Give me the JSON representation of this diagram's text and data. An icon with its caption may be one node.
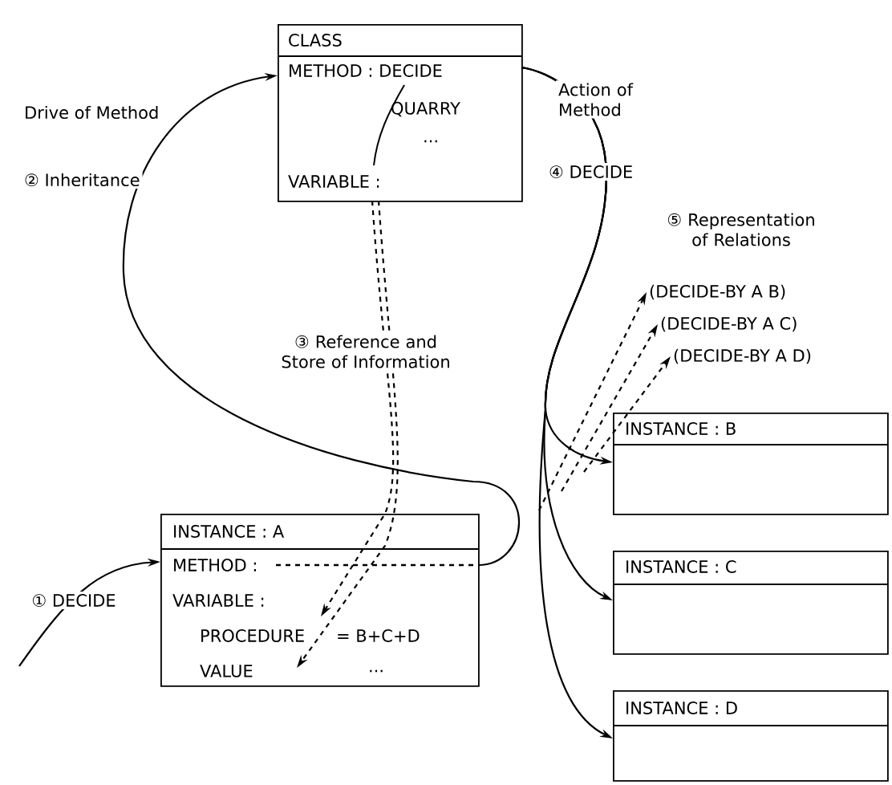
{
  "diagram": {
    "nodes": [
      {
        "text": [
          "CLASS",
          "METHOD : DECIDE",
          "QUARRY",
          "...",
          "VARIABLE :"
        ]
      },
      {
        "text": [
          "INSTANCE : A",
          "METHOD :",
          "VARIABLE :",
          "PROCEDURE",
          "= B+C+D",
          "VALUE",
          "..."
        ]
      },
      {
        "text": [
          "INSTANCE : B"
        ]
      },
      {
        "text": [
          "INSTANCE : C"
        ]
      },
      {
        "text": [
          "INSTANCE : D"
        ]
      },
      {
        "text": [
          "(DECIDE-BY A B)"
        ]
      },
      {
        "text": [
          "(DECIDE-BY A C)"
        ]
      },
      {
        "text": [
          "(DECIDE-BY A D)"
        ]
      }
    ],
    "edges": [
      {
        "from": null,
        "to": 1,
        "arrow": "to",
        "label": "① DECIDE"
      },
      {
        "from": 1,
        "to": 0,
        "arrow": "to",
        "label": "② Inheritance"
      },
      {
        "from": 0,
        "to": 2,
        "arrow": "to"
      },
      {
        "from": 0,
        "to": 3,
        "arrow": "to"
      },
      {
        "from": 0,
        "to": 4,
        "arrow": "to"
      },
      {
        "from": 0,
        "to": 1,
        "arrow": "to",
        "style": "dashed",
        "label": "③ Reference and Store of Information"
      },
      {
        "from": 0,
        "to": 1,
        "arrow": "to",
        "style": "dashed"
      },
      {
        "from": null,
        "to": 5,
        "arrow": "to",
        "style": "dashed"
      },
      {
        "from": null,
        "to": 6,
        "arrow": "to",
        "style": "dashed"
      },
      {
        "from": null,
        "to": 7,
        "arrow": "to",
        "style": "dashed"
      }
    ],
    "labels": [
      "Drive of Method",
      "Action of Method",
      "④ DECIDE",
      "⑤ Representation of Relations"
    ]
  }
}
